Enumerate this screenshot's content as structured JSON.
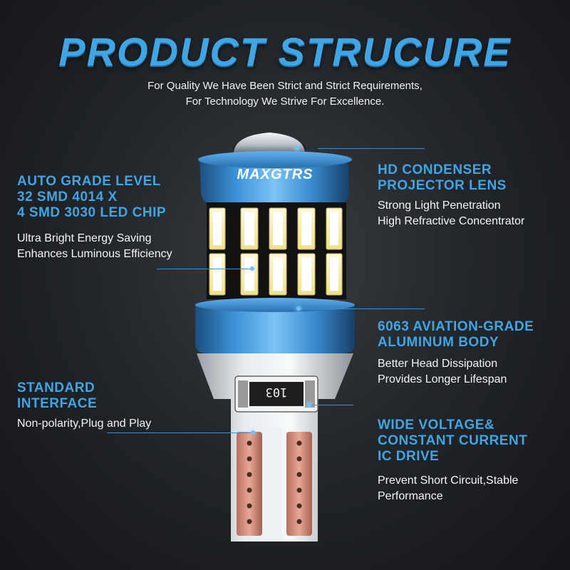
{
  "header": {
    "title": "PRODUCT STRUCURE",
    "subtitle_line1": "For Quality We Have Been Strict and Strict Requirements,",
    "subtitle_line2": "For Technology We Strive For Excellence."
  },
  "product": {
    "brand": "MAXGTRS",
    "resistor_code": "103"
  },
  "features": {
    "led_chip": {
      "title": [
        "AUTO GRADE LEVEL",
        "32 SMD 4014 X",
        "4 SMD 3030 LED CHIP"
      ],
      "desc": [
        "Ultra Bright Energy Saving",
        "Enhances Luminous Efficiency"
      ]
    },
    "lens": {
      "title": [
        "HD CONDENSER",
        "PROJECTOR LENS"
      ],
      "desc": [
        "Strong Light Penetration",
        "High Refractive Concentrator"
      ]
    },
    "body": {
      "title": [
        "6063 AVIATION-GRADE",
        "ALUMINUM BODY"
      ],
      "desc": [
        "Better Head Dissipation",
        "Provides Longer Lifespan"
      ]
    },
    "interface": {
      "title": [
        "STANDARD",
        "INTERFACE"
      ],
      "desc": [
        "Non-polarity,Plug and Play"
      ]
    },
    "drive": {
      "title": [
        "WIDE VOLTAGE&",
        "CONSTANT CURRENT",
        "IC DRIVE"
      ],
      "desc": [
        "Prevent Short Circuit,Stable",
        "Performance"
      ]
    }
  },
  "colors": {
    "accent": "#3fa6e6",
    "background": "#1c1e21",
    "aluminum": "#2f7fc4"
  }
}
